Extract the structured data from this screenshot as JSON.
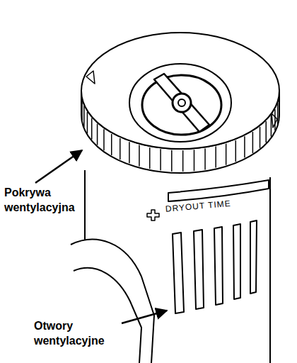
{
  "diagram": {
    "labels": [
      "Pokrywa wentylacyjna",
      "Otwory wentylacyjne",
      "DRYOUT TIME"
    ]
  }
}
